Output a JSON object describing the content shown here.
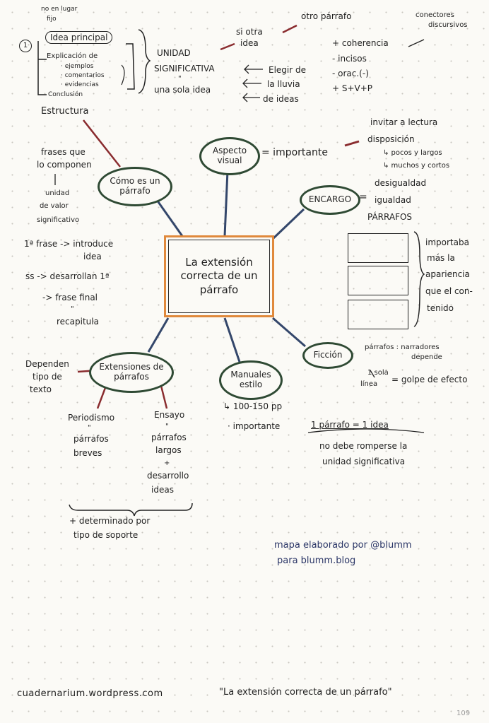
{
  "central": "La extensión correcta de un párrafo",
  "nodes": {
    "como": "Cómo es un párrafo",
    "aspecto": "Aspecto visual",
    "encargo": "ENCARGO",
    "ficcion": "Ficción",
    "manuales": "Manuales estilo",
    "extensiones": "Extensiones de párrafos"
  },
  "top_left": {
    "no_lugar": "no en lugar",
    "fijo": "fijo",
    "num": "1",
    "idea_principal": "Idea principal",
    "explicacion": "Explicación de",
    "ejemplos": "· ejemplos",
    "comentarios": "· comentarios",
    "evidencias": "· evidencias",
    "conclusion": "Conclusión",
    "estructura": "Estructura",
    "unidad": "UNIDAD",
    "significativa": "SIGNIFICATIVA",
    "ditto": "\"",
    "una_sola": "una sola idea"
  },
  "top_right": {
    "si_otra": "si otra",
    "idea": "idea",
    "otro_parrafo": "otro párrafo",
    "conectores": "conectores",
    "discursivos": "discursivos",
    "coherencia": "+ coherencia",
    "incisos": "- incisos",
    "orac": "- orac.(-)",
    "svp": "+ S+V+P",
    "elegir": "Elegir de",
    "lluvia": "la lluvia",
    "ideas": "de ideas"
  },
  "left_side": {
    "frases_que": "frases que",
    "componen": "lo componen",
    "unidad_de": "unidad",
    "de_valor": "de valor",
    "significativo": "significativo",
    "frase1": "1ª frase -> introduce",
    "idea": "idea",
    "ss": "ss -> desarrollan 1ª",
    "frase_final": "-> frase final",
    "ditto": "\"",
    "recapitula": "recapitula"
  },
  "right_side": {
    "importante": "= importante",
    "invitar": "invitar a lectura",
    "disposicion": "disposición",
    "pocos": "↳ pocos y largos",
    "muchos": "↳ muchos y cortos",
    "eq": "=",
    "desigualdad": "desigualdad",
    "igualdad": "igualdad",
    "parrafos": "PÁRRAFOS",
    "importaba": "importaba",
    "mas_la": "más la",
    "apariencia": "apariencia",
    "que_el": "que el con-",
    "tenido": "tenido",
    "parr_narr": "párrafos : narradores",
    "depende": "depende",
    "una_sola": "1 sola",
    "linea": "línea",
    "golpe": "= golpe de efecto"
  },
  "bottom": {
    "dependen": "Dependen",
    "tipo_de": "tipo de",
    "texto": "texto",
    "periodismo": "Periodismo",
    "p_ditto": "\"",
    "p_parrafos": "párrafos",
    "breves": "breves",
    "ensayo": "Ensayo",
    "e_ditto": "\"",
    "e_parrafos": "párrafos",
    "largos": "largos",
    "e_ditto2": "+",
    "desarrollo": "desarrollo",
    "e_ideas": "ideas",
    "determinado": "+ determinado por",
    "soporte": "tipo de soporte",
    "pp": "↳ 100-150 pp",
    "importante": "· importante",
    "uno_uno": "1 párrafo = 1 idea",
    "no_debe": "no debe romperse la",
    "unidad_sig": "unidad significativa"
  },
  "credit": {
    "line1": "mapa elaborado por @blumm",
    "line2": "para blumm.blog"
  },
  "footer": {
    "site": "cuadernarium.wordpress.com",
    "title": "\"La extensión correcta de un párrafo\"",
    "page": "109"
  }
}
